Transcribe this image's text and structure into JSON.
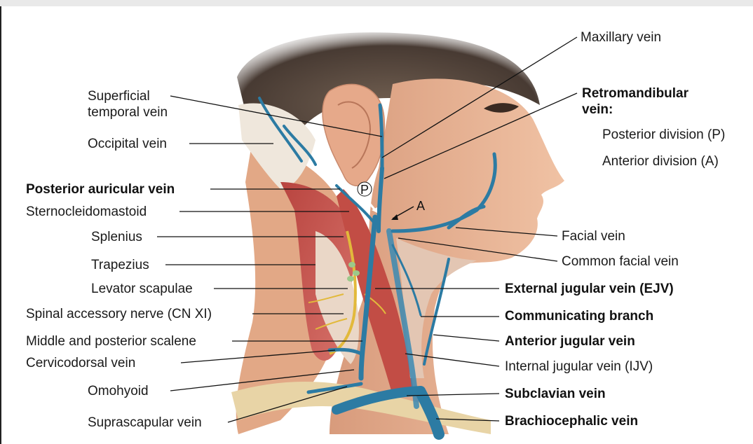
{
  "labels_left": {
    "superficial_temporal": "Superficial\ntemporal vein",
    "occipital": "Occipital vein",
    "posterior_auricular": "Posterior auricular vein",
    "sternocleidomastoid": "Sternocleidomastoid",
    "splenius": "Splenius",
    "trapezius": "Trapezius",
    "levator_scapulae": "Levator scapulae",
    "spinal_accessory": "Spinal accessory nerve (CN XI)",
    "scalene": "Middle and posterior scalene",
    "cervicodorsal": "Cervicodorsal vein",
    "omohyoid": "Omohyoid",
    "suprascapular": "Suprascapular vein"
  },
  "labels_right": {
    "maxillary": "Maxillary vein",
    "retromandibular": "Retromandibular\nvein:",
    "posterior_division": "Posterior division (P)",
    "anterior_division": "Anterior division (A)",
    "facial": "Facial vein",
    "common_facial": "Common facial vein",
    "ejv": "External jugular vein (EJV)",
    "communicating": "Communicating branch",
    "anterior_jugular": "Anterior jugular vein",
    "ijv": "Internal jugular vein (IJV)",
    "subclavian": "Subclavian vein",
    "brachiocephalic": "Brachiocephalic vein"
  },
  "markers": {
    "p": "P",
    "a": "A"
  },
  "colors": {
    "vein": "#2c7ba3",
    "muscle": "#c9574f",
    "skin": "#e9b596",
    "nerve": "#e2b93b",
    "hair": "#4a3a2e"
  }
}
